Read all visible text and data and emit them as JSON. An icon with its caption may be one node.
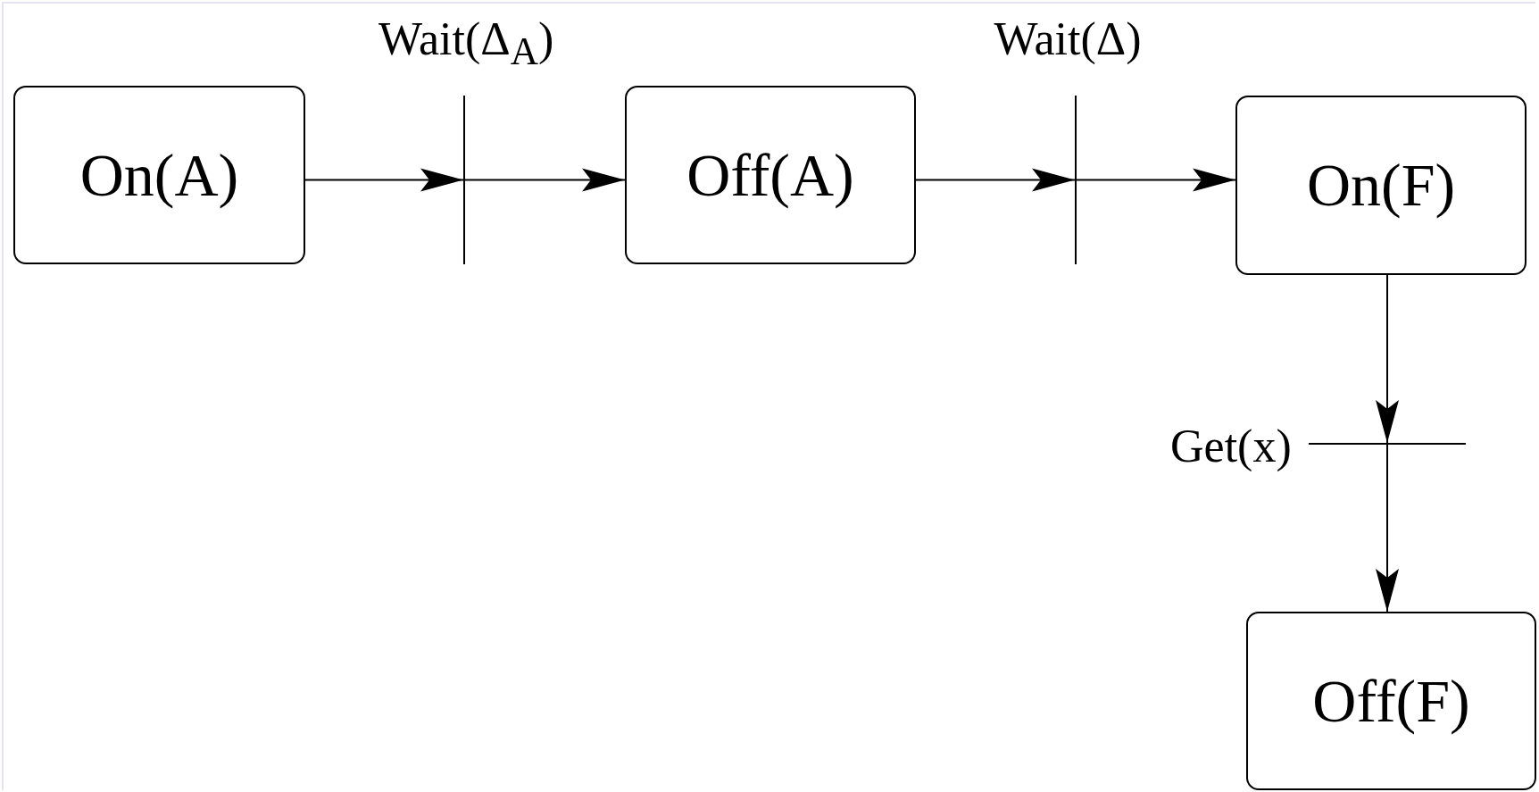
{
  "diagram": {
    "nodes": [
      {
        "text": [
          "On(A)"
        ]
      },
      {
        "text": [
          "Off(A)"
        ]
      },
      {
        "text": [
          "On(F)"
        ]
      },
      {
        "text": [
          "Off(F)"
        ]
      },
      {
        "text": [],
        "shape": "bar",
        "beside": [
          "Wait(Δ$_{A}$)"
        ]
      },
      {
        "text": [],
        "shape": "bar",
        "beside": [
          "Wait(Δ)"
        ]
      },
      {
        "text": [],
        "shape": "bar",
        "beside": [
          "Get(x)"
        ]
      }
    ],
    "edges": [
      {
        "from": 0,
        "to": 4,
        "arrow": "to"
      },
      {
        "from": 4,
        "to": 1,
        "arrow": "to"
      },
      {
        "from": 1,
        "to": 5,
        "arrow": "to"
      },
      {
        "from": 5,
        "to": 2,
        "arrow": "to"
      },
      {
        "from": 2,
        "to": 6,
        "arrow": "to"
      },
      {
        "from": 6,
        "to": 3,
        "arrow": "to"
      }
    ]
  }
}
